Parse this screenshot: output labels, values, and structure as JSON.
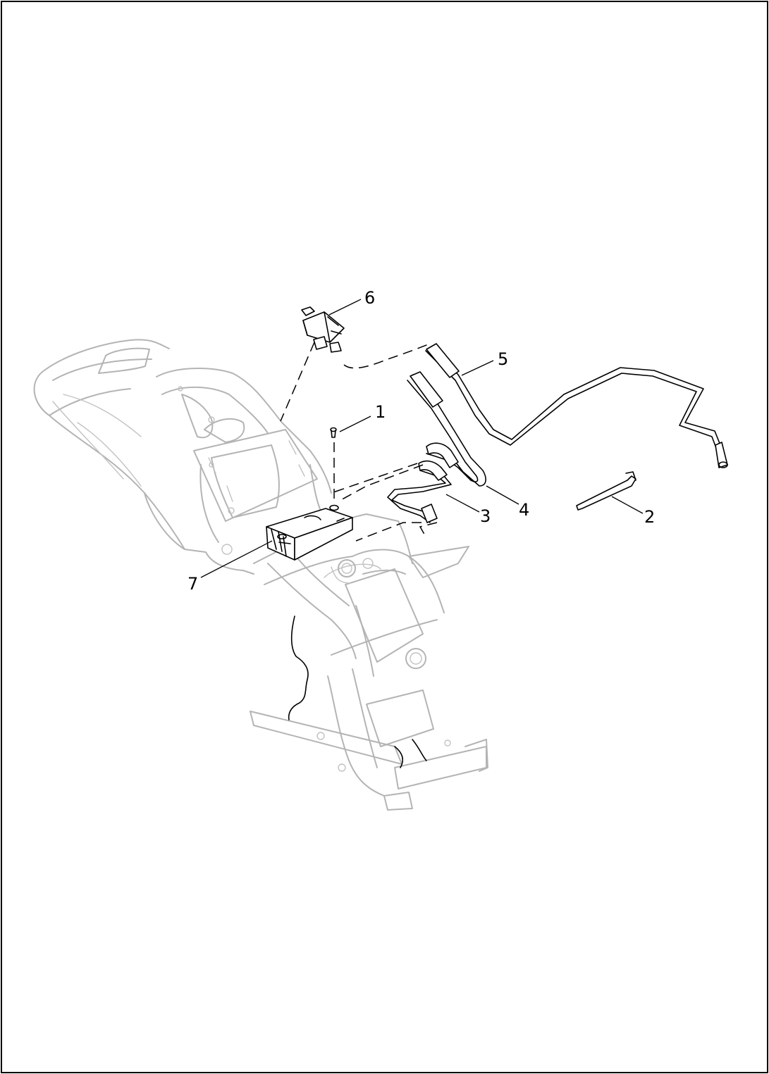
{
  "callouts": [
    {
      "id": "1",
      "label": "1",
      "part": "screw"
    },
    {
      "id": "2",
      "label": "2",
      "part": "cable-strap"
    },
    {
      "id": "3",
      "label": "3",
      "part": "hose"
    },
    {
      "id": "4",
      "label": "4",
      "part": "hose"
    },
    {
      "id": "5",
      "label": "5",
      "part": "hose"
    },
    {
      "id": "6",
      "label": "6",
      "part": "purge-solenoid"
    },
    {
      "id": "7",
      "label": "7",
      "part": "charcoal-canister"
    }
  ],
  "colors": {
    "border": "#000000",
    "line_art": "#000000",
    "ghosted_frame": "#b4b4b4",
    "background": "#ffffff"
  }
}
